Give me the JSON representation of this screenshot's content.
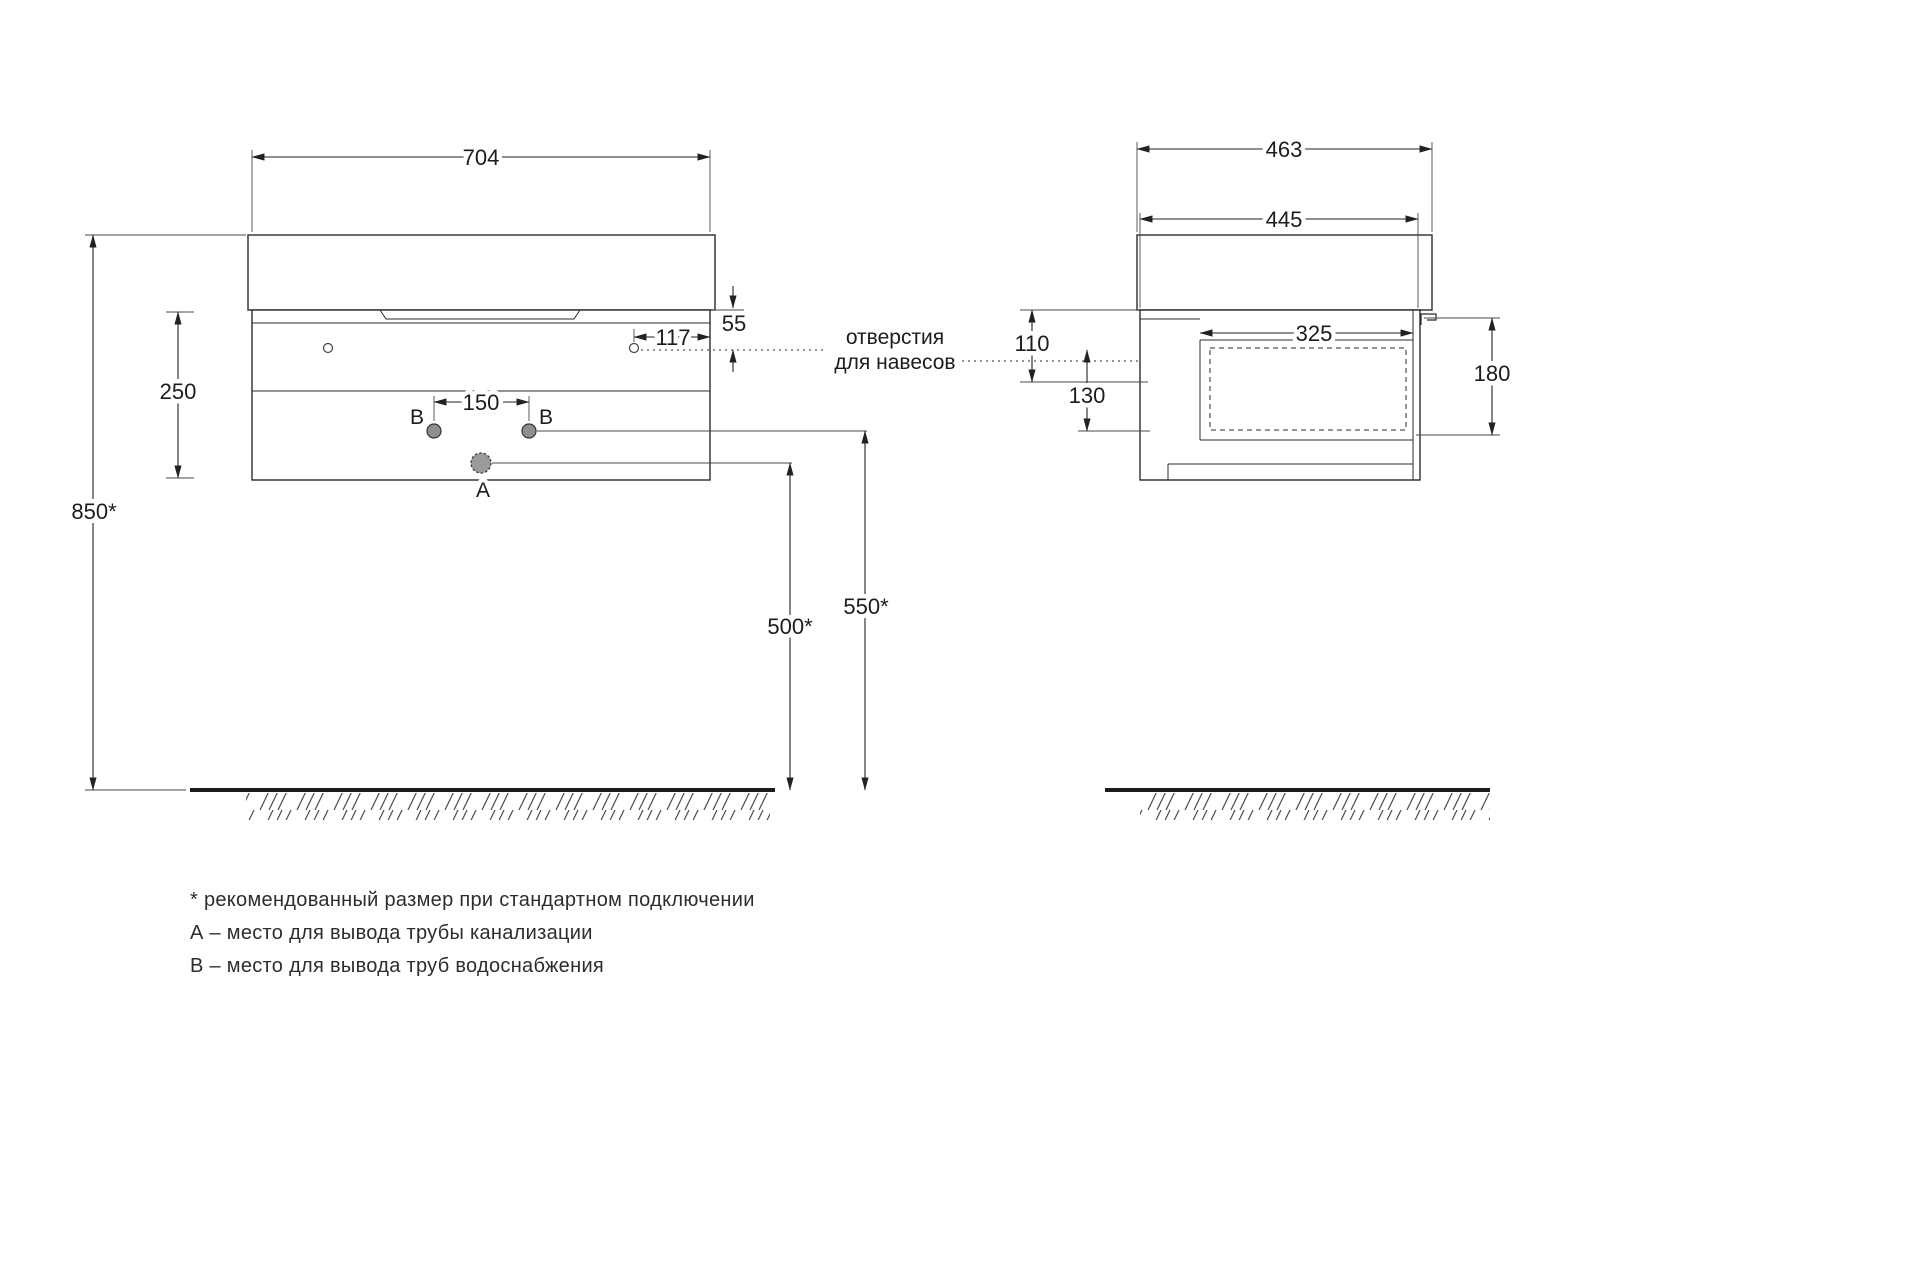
{
  "front_view": {
    "dim_width": "704",
    "dim_overall_height": "850*",
    "dim_body_height": "250",
    "dim_hanger_vertical": "55",
    "dim_hanger_horizontal": "117",
    "dim_b_spacing": "150",
    "dim_a_height": "500*",
    "dim_b_height": "550*",
    "label_a": "A",
    "label_b_left": "B",
    "label_b_right": "B"
  },
  "hanger_note": {
    "line1": "отверстия",
    "line2": "для навесов"
  },
  "side_view": {
    "dim_depth": "463",
    "dim_body_depth": "445",
    "dim_inner_depth": "325",
    "dim_top_offset": "110",
    "dim_hanger_to_pipes": "130",
    "dim_drawer_height": "180"
  },
  "legend": {
    "note_standard": "* рекомендованный размер при стандартном подключении",
    "note_a": "А – место для вывода трубы канализации",
    "note_b": "В – место для вывода труб водоснабжения"
  }
}
